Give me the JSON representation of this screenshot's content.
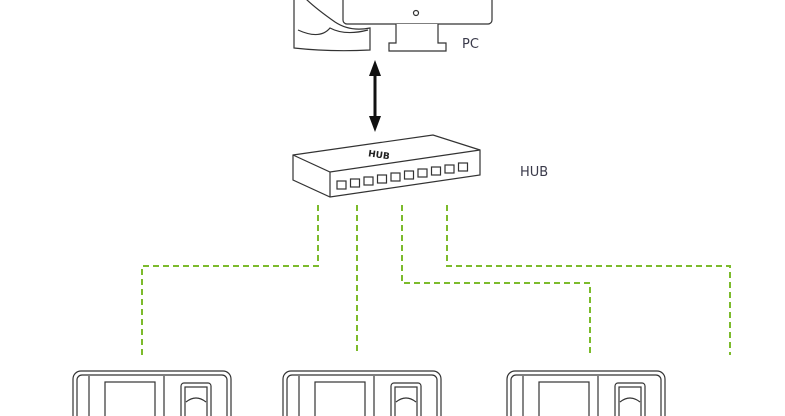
{
  "labels": {
    "pc": "PC",
    "hub": "HUB",
    "hub_logo": "HUB"
  },
  "colors": {
    "link": "#7cbb2c",
    "stroke": "#333333"
  }
}
